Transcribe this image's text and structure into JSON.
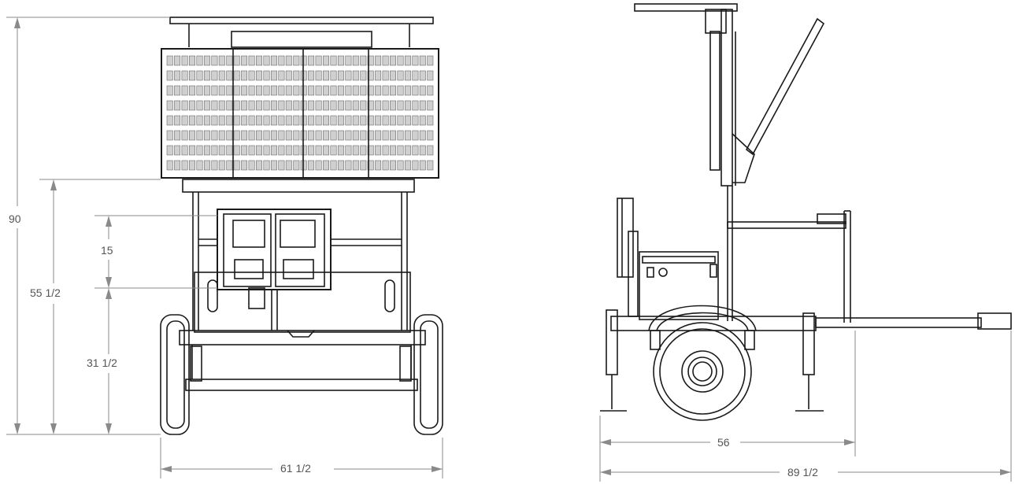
{
  "dimensions": {
    "front": {
      "overall_height": "90",
      "panel_bottom_height": "55 1/2",
      "cabinet_height": "15",
      "frame_height": "31 1/2",
      "overall_width": "61 1/2"
    },
    "side": {
      "axle_to_hitch": "56",
      "overall_length": "89 1/2"
    }
  }
}
